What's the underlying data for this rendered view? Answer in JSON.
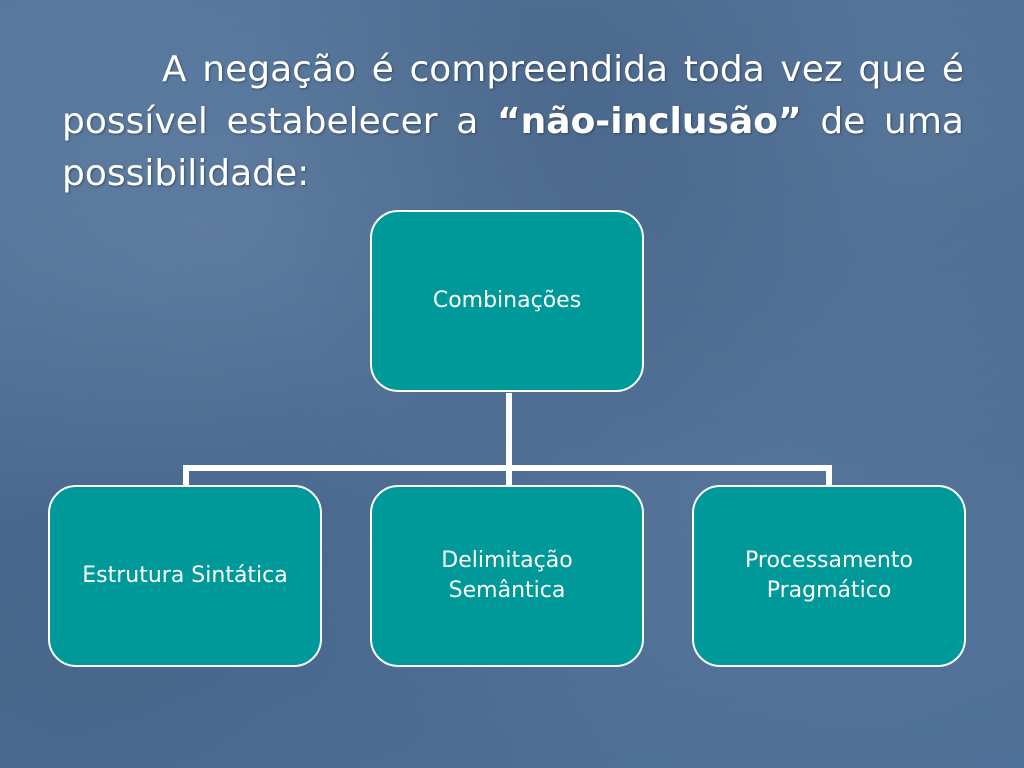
{
  "heading": {
    "part1": "A negação é compreendida toda vez que é possível estabelecer a ",
    "bold1": "“não-inclusão”",
    "part2": " de uma possibilidade:"
  },
  "diagram": {
    "root": {
      "label": "Combinações"
    },
    "children": [
      {
        "label": "Estrutura Sintática"
      },
      {
        "label": "Delimitação\nSemântica"
      },
      {
        "label": "Processamento\nPragmático"
      }
    ]
  },
  "colors": {
    "node_fill": "#009999",
    "node_border": "#ffffff",
    "connector": "#ffffff",
    "text": "#ffffff",
    "background": "#4e6e95"
  }
}
